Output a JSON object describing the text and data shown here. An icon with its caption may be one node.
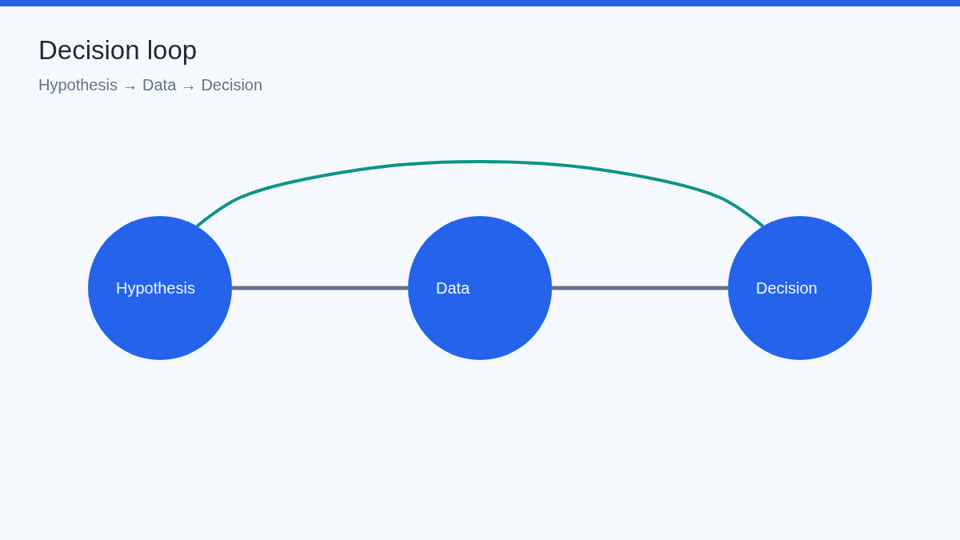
{
  "diagram": {
    "title": "Decision loop",
    "nodes": [
      {
        "text": [
          "Hypothesis"
        ]
      },
      {
        "text": [
          "Data"
        ]
      },
      {
        "text": [
          "Decision"
        ]
      }
    ],
    "edges": [
      {
        "from": 0,
        "to": 1,
        "arrow": "none"
      },
      {
        "from": 1,
        "to": 2,
        "arrow": "none"
      },
      {
        "from": 0,
        "to": 2,
        "arrow": "none",
        "color": "#0d9488"
      }
    ],
    "labels": [
      "Hypothesis → Data → Decision"
    ]
  }
}
